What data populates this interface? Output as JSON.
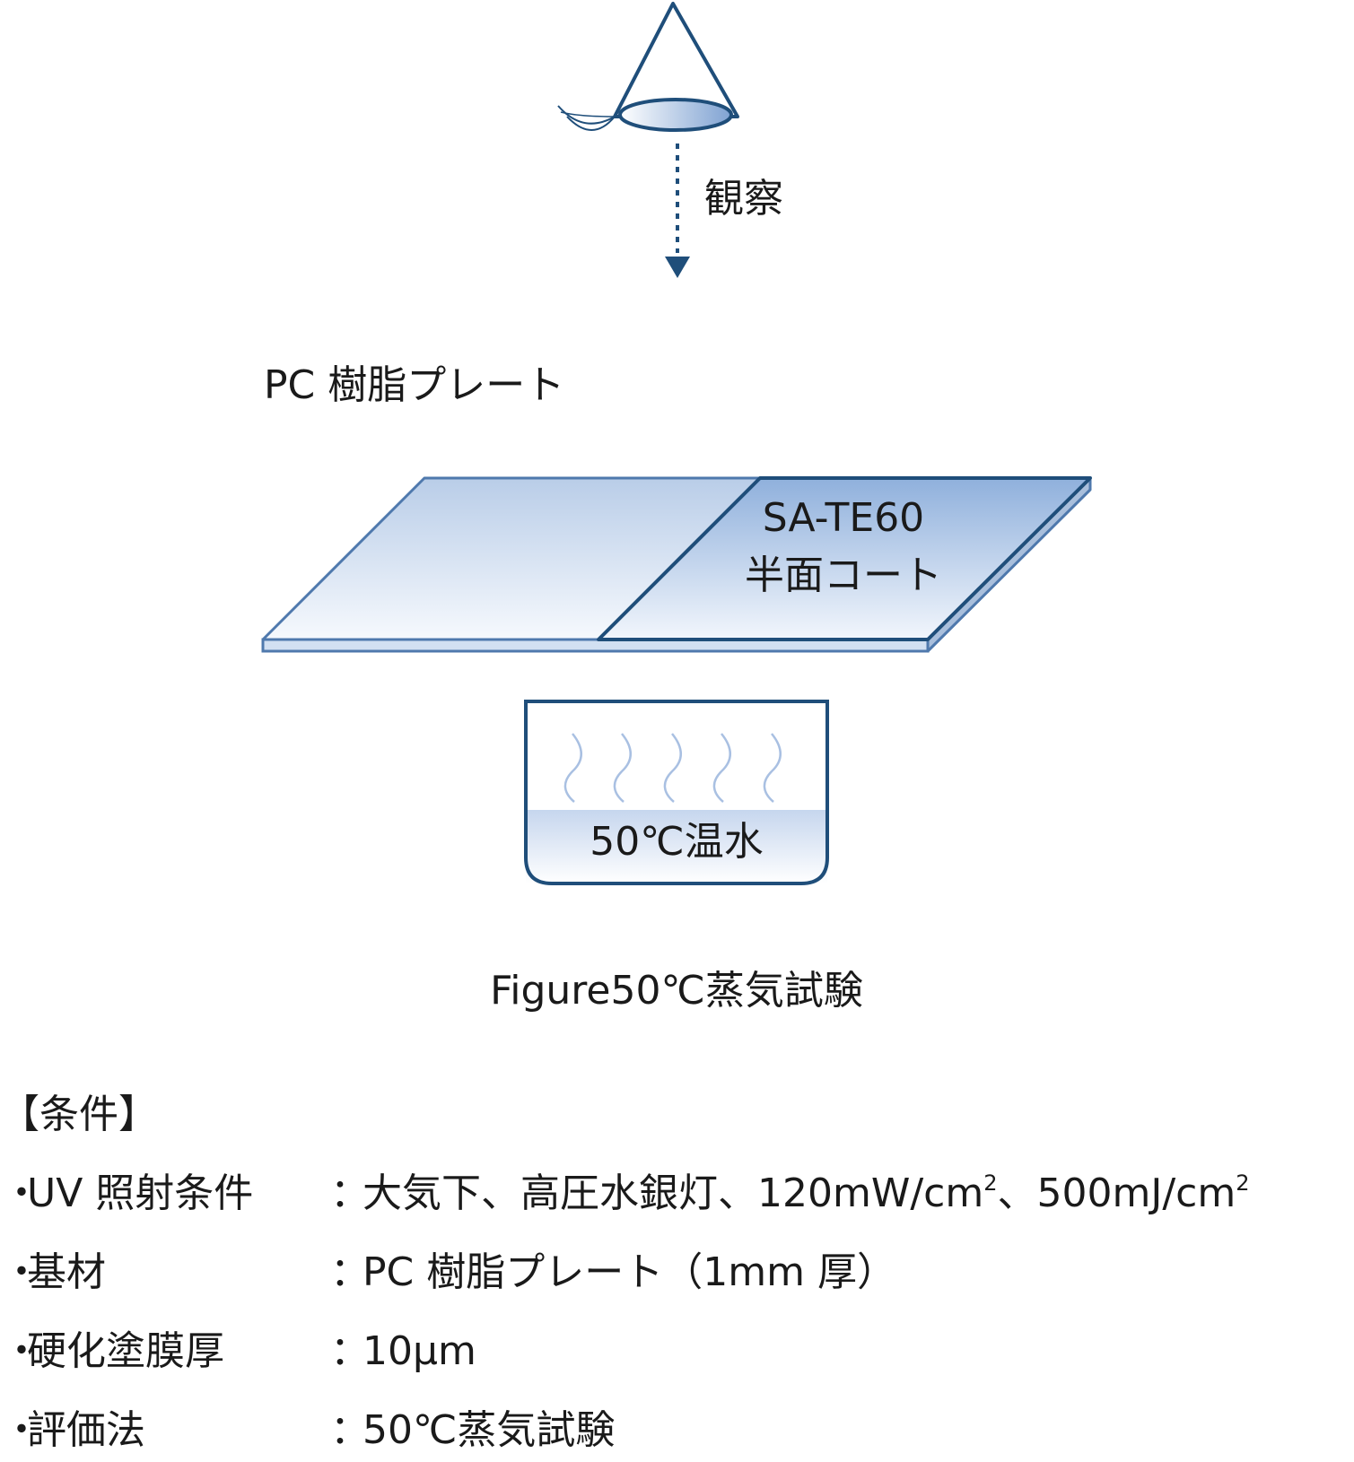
{
  "diagram": {
    "observe_label": "観察",
    "plate_label": "PC 樹脂プレート",
    "coat_label_line1": "SA-TE60",
    "coat_label_line2": "半面コート",
    "water_label": "50℃温水",
    "figure_caption": "Figure50℃蒸気試験",
    "icons": [
      "eye-icon",
      "arrow-down-icon",
      "steam-icon",
      "water-bath-icon"
    ],
    "colors": {
      "stroke": "#1f4e7a",
      "fill_light": "#e4ebf6",
      "fill_mid": "#a9c0e2",
      "steam": "#a9c0e2"
    }
  },
  "conditions": {
    "heading": "【条件】",
    "bullet": "・",
    "colon": "：",
    "rows": [
      {
        "key": "UV 照射条件",
        "value_a": "大気下、高圧水銀灯、120mW/cm",
        "sup_a": "2",
        "value_b": "、500mJ/cm",
        "sup_b": "2"
      },
      {
        "key": "基材",
        "value": "PC 樹脂プレート（1mm 厚）"
      },
      {
        "key": "硬化塗膜厚",
        "value": "10μm"
      },
      {
        "key": "評価法",
        "value": "50℃蒸気試験"
      }
    ]
  }
}
